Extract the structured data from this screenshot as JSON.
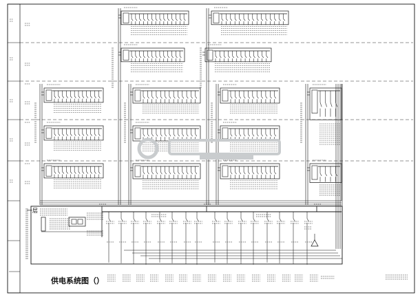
{
  "diagram_title": "供电系统图（）",
  "floor_label_ground": "一层",
  "colors": {
    "line": "#111111",
    "background": "#ffffff",
    "watermark": "#c9ccce"
  },
  "icons": {
    "breaker": "breaker-symbol",
    "lamp": "lamp-symbol"
  }
}
